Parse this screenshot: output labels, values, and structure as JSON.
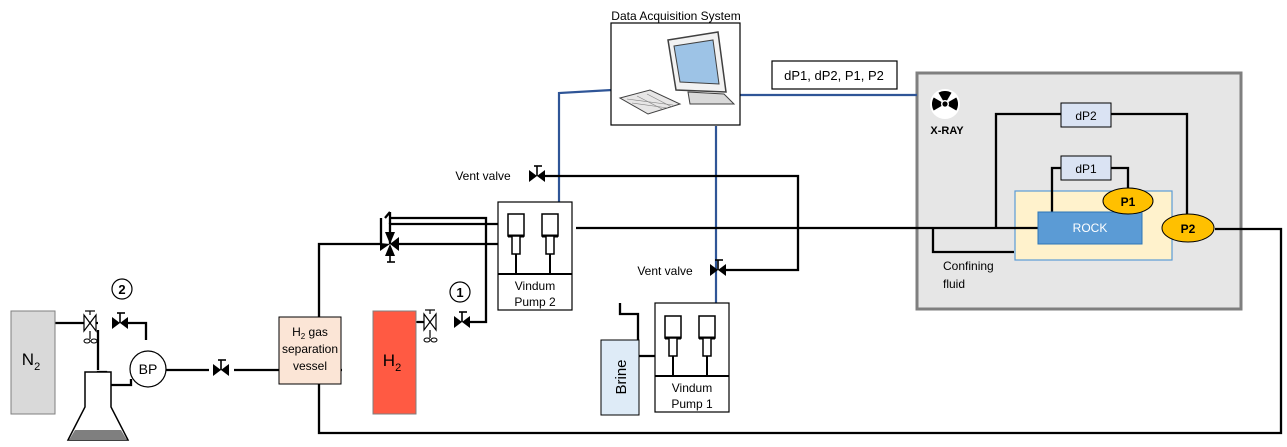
{
  "daq": {
    "title": "Data Acquisition System",
    "signals": "dP1, dP2, P1, P2"
  },
  "xray": {
    "label": "X-RAY"
  },
  "core": {
    "rock": "ROCK",
    "dp1": "dP1",
    "dp2": "dP2",
    "p1": "P1",
    "p2": "P2",
    "confining_line1": "Confining",
    "confining_line2": "fluid"
  },
  "pumps": {
    "pump2_line1": "Vindum",
    "pump2_line2": "Pump 2",
    "pump1_line1": "Vindum",
    "pump1_line2": "Pump 1",
    "brine": "Brine"
  },
  "valves": {
    "vent_label_1": "Vent valve",
    "vent_label_2": "Vent valve",
    "valve_num_1": "1",
    "valve_num_2": "2"
  },
  "gas": {
    "h2_main": "H",
    "h2_sub": "2",
    "n2_main": "N",
    "n2_sub": "2",
    "bp": "BP",
    "sep_h": "H",
    "sep_sub": "2",
    "sep_tail": " gas",
    "sep_line2": "separation",
    "sep_line3": "vessel"
  },
  "colors": {
    "blue_cable": "#2f5597",
    "h2_red": "#ff5a43",
    "n2_gray": "#d9d9d9",
    "sep_peach": "#fbe5d6",
    "rock_blue": "#5b9bd5",
    "core_yellow": "#fff2cc",
    "gauge_orange": "#ffc000",
    "box_blue": "#dae3f3",
    "xray_panel": "#e6e6e6",
    "brine_blue": "#deebf7"
  }
}
